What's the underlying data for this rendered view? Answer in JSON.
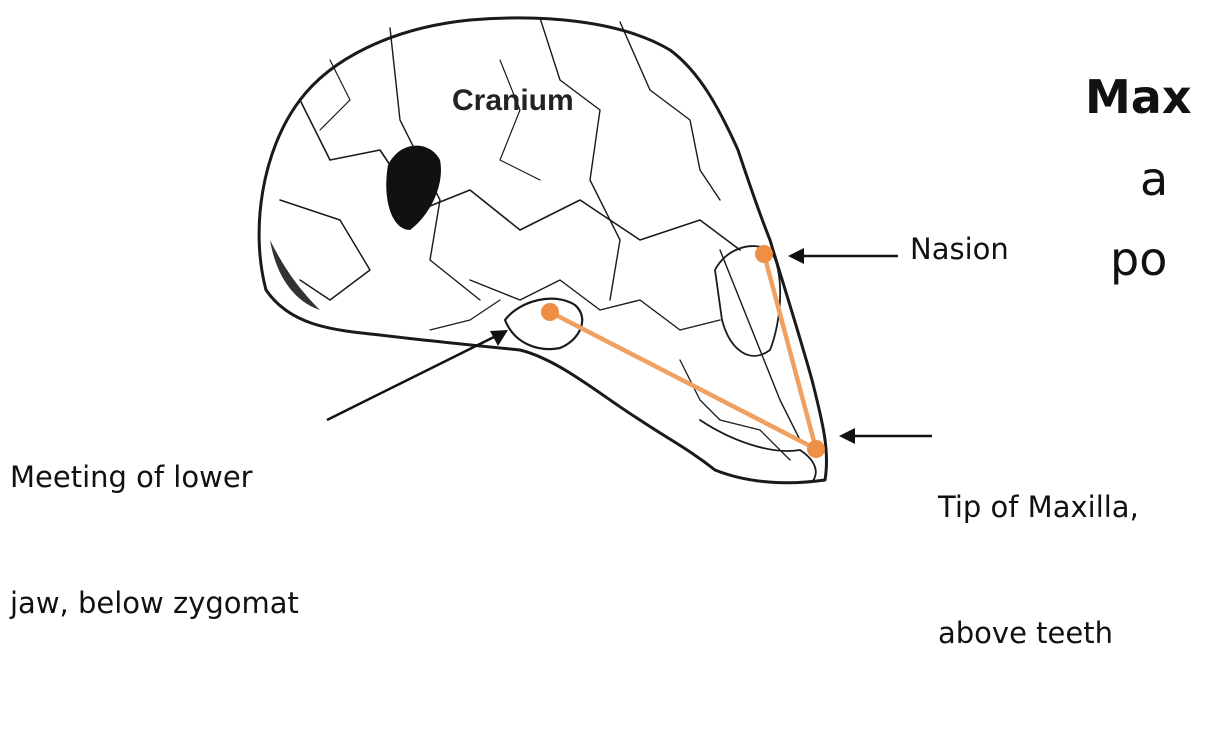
{
  "labels": {
    "cranium": "Cranium",
    "nasion": "Nasion",
    "meeting_line1": "Meeting of lower",
    "meeting_line2": "jaw, below zygomat",
    "tip_line1": "Tip of Maxilla,",
    "tip_line2": "above teeth"
  },
  "title_fragments": {
    "line1": "Max",
    "line2": "a",
    "line3": "po"
  },
  "colors": {
    "measure_line": "#f0a060",
    "measure_point": "#ef8f45",
    "arrow": "#111111",
    "skull_outline": "#1a1a1a"
  }
}
